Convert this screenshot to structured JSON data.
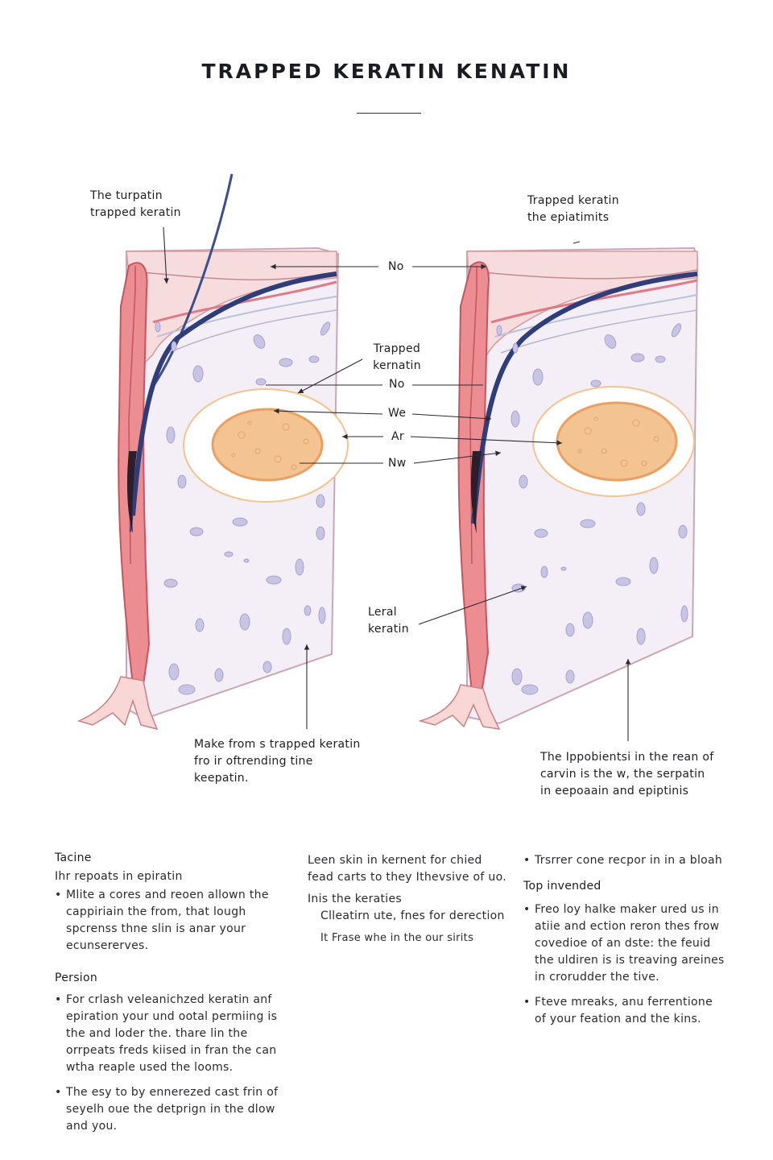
{
  "title": "TRAPPED KERATIN KENATIN",
  "labels": {
    "top_left": [
      "The turpatin",
      "trapped keratin"
    ],
    "top_right": [
      "Trapped keratin",
      "the epiatimits"
    ],
    "center_trapped": [
      "Trapped",
      "kernatin"
    ],
    "center_no_top": "No",
    "center_no": "No",
    "center_we": "We",
    "center_ar": "Ar",
    "center_nw": "Nw",
    "lower_middle": [
      "Leral",
      "keratin"
    ],
    "bottom_left": [
      "Make from s trapped keratin",
      "fro ir oftrending tine",
      "keepatin."
    ],
    "bottom_right": [
      "The Ippobientsi in the rean of",
      "carvin is the w, the serpatin",
      "in eepoaain and epiptinis"
    ]
  },
  "columns": {
    "left": {
      "heading1": "Tacine",
      "subheading1": "Ihr repoats in epiratin",
      "bullets1": [
        "Mlite a cores and reoen allown the cappiriain the from, that lough spcrenss thne slin is anar your ecunsererves."
      ],
      "heading2": "Persion",
      "bullets2": [
        "For crlash veleanichzed keratin anf epiration your und ootal permiing is the and loder the. thare lin the orrpeats freds kiised in fran the can wtha reaple used the looms.",
        "The esy to by ennerezed cast frin of seyelh oue the detprign in the dlow and you."
      ]
    },
    "middle": {
      "para1": "Leen skin in kernent for chied fead carts to they Ithevsive of uo.",
      "para2": "Inis the keraties",
      "para3": "Clleatirn ute, fnes for derection",
      "para4": "It Frase whe in the our sirits"
    },
    "right": {
      "bullet_top": "Trsrrer cone recpor in in a bloah",
      "heading": "Top invended",
      "bullets": [
        "Freo loy halke maker ured us in atiie and ection reron thes frow covedioe of an dste: the feuid the uldiren is is treaving areines in crorudder the tive.",
        "Fteve mreaks, anu ferrentione of your feation and the kins."
      ]
    }
  },
  "colors": {
    "follicle": "#ec8d92",
    "follicle_edge": "#c4555e",
    "hair_shaft": "#3a4f8f",
    "dermis": "#f4eef7",
    "epidermis": "#f6dcdc",
    "cells": "#c8c4e3",
    "keratin_core": "#f3c391",
    "keratin_ring": "#eba063"
  }
}
